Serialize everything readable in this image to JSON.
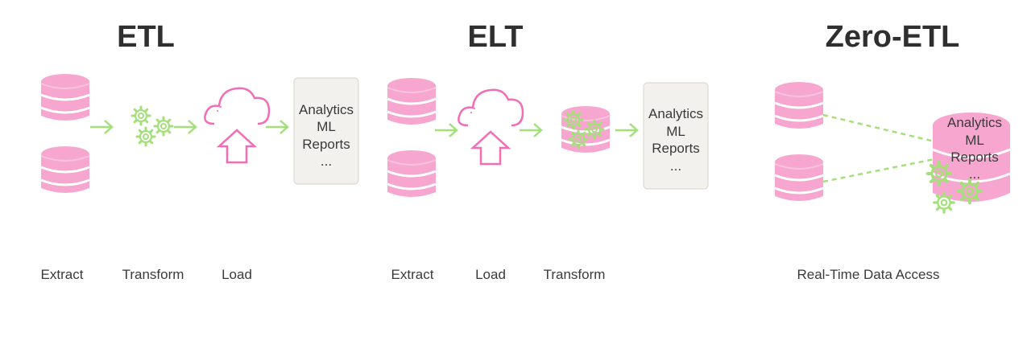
{
  "sections": [
    {
      "title": "ETL",
      "steps": [
        "Extract",
        "Transform",
        "Load"
      ],
      "output_lines": [
        "Analytics",
        "ML",
        "Reports",
        "..."
      ]
    },
    {
      "title": "ELT",
      "steps": [
        "Extract",
        "Load",
        "Transform"
      ],
      "output_lines": [
        "Analytics",
        "ML",
        "Reports",
        "..."
      ]
    },
    {
      "title": "Zero-ETL",
      "caption": "Real-Time Data Access",
      "output_lines": [
        "Analytics",
        "ML",
        "Reports",
        "..."
      ]
    }
  ],
  "colors": {
    "database": "#f9a8d4",
    "database_dark": "#f472b6",
    "arrow": "#a3e07a",
    "gear": "#a3e07a",
    "cloud": "#f26db5",
    "card": "#f2f1ed",
    "card_border": "#d8d6cf"
  }
}
